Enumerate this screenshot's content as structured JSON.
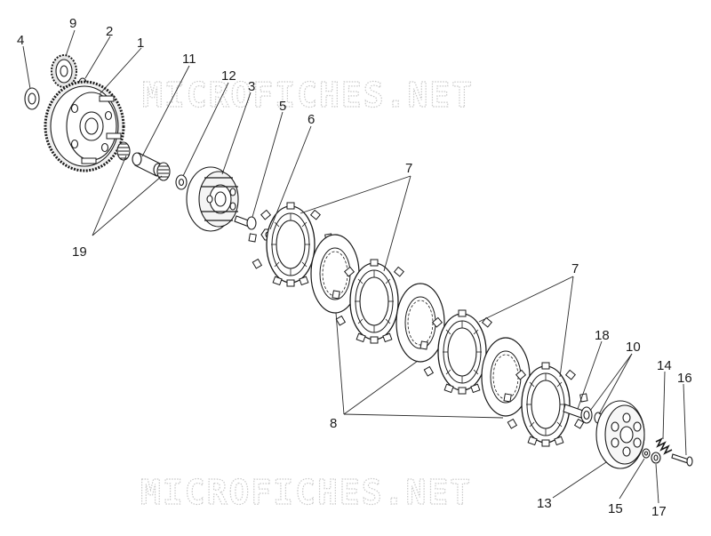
{
  "watermarks": {
    "top": "MICROFICHES.NET",
    "bottom": "MICROFICHES.NET"
  },
  "callouts": {
    "c4": "4",
    "c9": "9",
    "c2": "2",
    "c1": "1",
    "c11": "11",
    "c12": "12",
    "c3": "3",
    "c5": "5",
    "c6": "6",
    "c19": "19",
    "c7a": "7",
    "c7b": "7",
    "c8": "8",
    "c18": "18",
    "c10": "10",
    "c14": "14",
    "c16": "16",
    "c13": "13",
    "c15": "15",
    "c17": "17"
  }
}
